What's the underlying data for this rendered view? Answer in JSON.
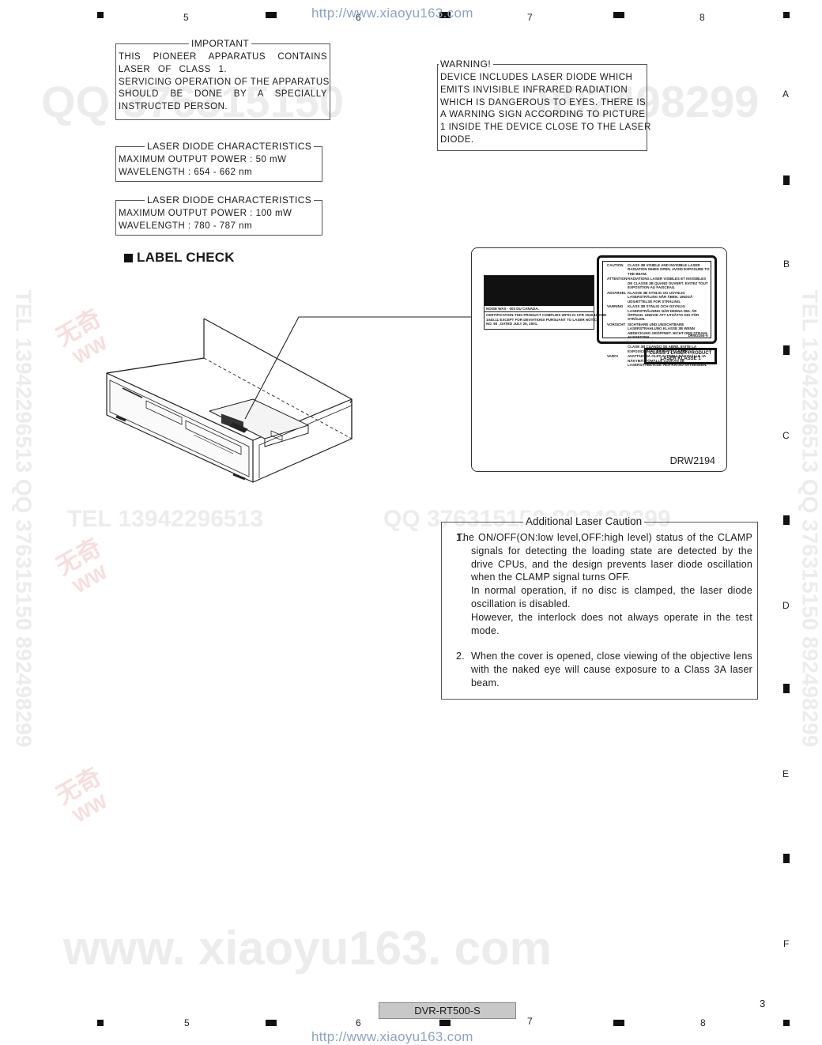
{
  "header": {
    "url": "http://www.xiaoyu163.com",
    "grid_numbers": [
      "5",
      "6",
      "7",
      "8"
    ]
  },
  "side_letters": [
    "A",
    "B",
    "C",
    "D",
    "E",
    "F"
  ],
  "watermarks": {
    "qq_left": "QQ 376315150",
    "qq_right": "892498299",
    "tel_line": "TEL 13942296513",
    "qq_mid": "QQ 376315150 892498299",
    "vertical_left": "TEL 13942296513 QQ 376315150 892498299",
    "vertical_right": "TEL 13942296513 QQ 376315150 892498299",
    "site": "www. xiaoyu163. com",
    "cn": "无奇",
    "ww": "WW"
  },
  "important": {
    "legend": "IMPORTANT",
    "lines": [
      "THIS PIONEER APPARATUS CONTAINS",
      "LASER OF CLASS 1.",
      "SERVICING OPERATION OF THE APPARATUS",
      "SHOULD BE DONE BY A SPECIALLY",
      "INSTRUCTED PERSON."
    ]
  },
  "warning": {
    "legend": "WARNING!",
    "lines": [
      "DEVICE INCLUDES LASER DIODE WHICH",
      "EMITS INVISIBLE INFRARED RADIATION",
      "WHICH IS DANGEROUS TO EYES. THERE IS",
      "A WARNING SIGN ACCORDING TO PICTURE",
      "1 INSIDE THE DEVICE CLOSE TO THE LASER",
      "DIODE."
    ]
  },
  "laser_diode_1": {
    "legend": "LASER DIODE CHARACTERISTICS",
    "power": "MAXIMUM OUTPUT POWER : 50 mW",
    "wavelength": "WAVELENGTH : 654 - 662 nm"
  },
  "laser_diode_2": {
    "legend": "LASER DIODE CHARACTERISTICS",
    "power": "MAXIMUM OUTPUT POWER : 100 mW",
    "wavelength": "WAVELENGTH : 780 - 787 nm"
  },
  "label_check": {
    "title": "LABEL CHECK",
    "drawing_code": "DRW2194",
    "label_left": {
      "canada": "NOISE WAS · 003 DU CANADA.",
      "certification": [
        "CERTIFICATION-THIS PRODUCT COMPLIES WITH 21 CFR 1040.10 AND",
        "1040.11 EXCEPT FOR DEVIATIONS PURSUANT TO LASER NOTICE",
        "NO. 50 , DATED JULY 26, 2001."
      ]
    },
    "label_right": {
      "rows": [
        {
          "key": "CAUTION",
          "text": "CLASS 3B VISIBLE AND INVISIBLE LASER RADIATION WHEN OPEN. AVOID EXPOSURE TO THE BEAM."
        },
        {
          "key": "ATTENTION",
          "text": "RADIATIONS LASER VISIBLES ET INVISIBLES DE CLASSE 3B QUAND OUVERT. EVITEZ TOUT EXPOSITION AU FAISCEAU."
        },
        {
          "key": "ADVARSEL",
          "text": "KLASSE 3B SYNLIG OG USYNLIG LASERSTRÅLING NÅR ÅBEN. UNDGÅ UDSÆTTELSE FOR STRÅLING."
        },
        {
          "key": "VARNING",
          "text": "KLASS 3B SYNLIG OCH OSYNLIG LASERSTRÅLNING NÄR DENNA DEL ÄR ÖPPNAD. UNDVIK ATT UTSÄTTA DIG FÖR STRÅLEN."
        },
        {
          "key": "VORSICHT",
          "text": "SICHTBARE UND UNSICHTBARE LASERSTRAHLUNG KLASSE 3B WENN ABDECKUNG GEÖFFNET. NICHT DEM STRAHL AUSSETZEN."
        },
        {
          "key": "PRECAUCIÓN",
          "text": "RADIACIÓN LÁSER VISIBLE E INVISIBLE DE CLASE 3B CUANDO SE ABRE. EVITE LA EXPOSICIÓN A LOS RAYOS LÁSER."
        },
        {
          "key": "VARO!",
          "text": "AVATTAESSA OLET ALTTIINA NÄKYVÄLLE JA NÄKYMÄTTÖMÄLLE LUOKAN 3B LASERSÄTEILYLLE. ÄLÄ KATSO SÄTEESEEN."
        }
      ],
      "code": "DRW2194-A"
    },
    "class_label": [
      "CLASS 1 LASER PRODUCT",
      "LASER KLASSE 1"
    ]
  },
  "additional_caution": {
    "legend": "Additional Laser Caution",
    "items": [
      {
        "num": "1.",
        "paragraphs": [
          "The ON/OFF(ON:low level,OFF:high level) status of the CLAMP signals for detecting the loading state are detected by the drive CPUs, and the design prevents laser diode oscillation when the CLAMP signal turns OFF.",
          "In normal operation, if no disc is clamped, the laser diode oscillation is disabled.",
          "However, the interlock does not always operate in the test mode."
        ]
      },
      {
        "num": "2.",
        "paragraphs": [
          "When the cover is opened, close viewing of the objective lens with the naked eye will cause exposure to a Class 3A laser beam."
        ]
      }
    ]
  },
  "footer": {
    "model": "DVR-RT500-S",
    "page": "3",
    "url": "http://www.xiaoyu163.com",
    "grid_numbers": [
      "5",
      "6",
      "7",
      "8"
    ]
  }
}
